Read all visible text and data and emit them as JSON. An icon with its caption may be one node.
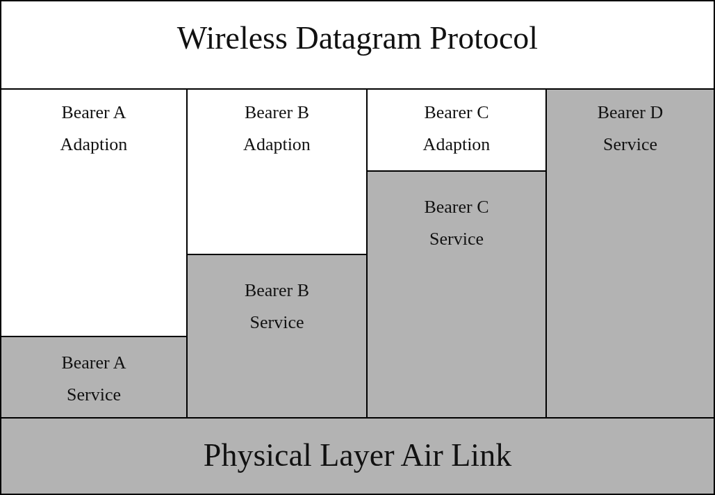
{
  "diagram": {
    "nodes": [
      {
        "text": [
          "Wireless Datagram Protocol"
        ]
      },
      {
        "text": [
          "Bearer A Adaption"
        ]
      },
      {
        "text": [
          "Bearer B Adaption"
        ]
      },
      {
        "text": [
          "Bearer C Adaption"
        ]
      },
      {
        "text": [
          "Bearer D Service"
        ]
      },
      {
        "text": [
          "Bearer C Service"
        ]
      },
      {
        "text": [
          "Bearer B Service"
        ]
      },
      {
        "text": [
          "Bearer A Service"
        ]
      },
      {
        "text": [
          "Physical Layer Air Link"
        ]
      }
    ]
  }
}
